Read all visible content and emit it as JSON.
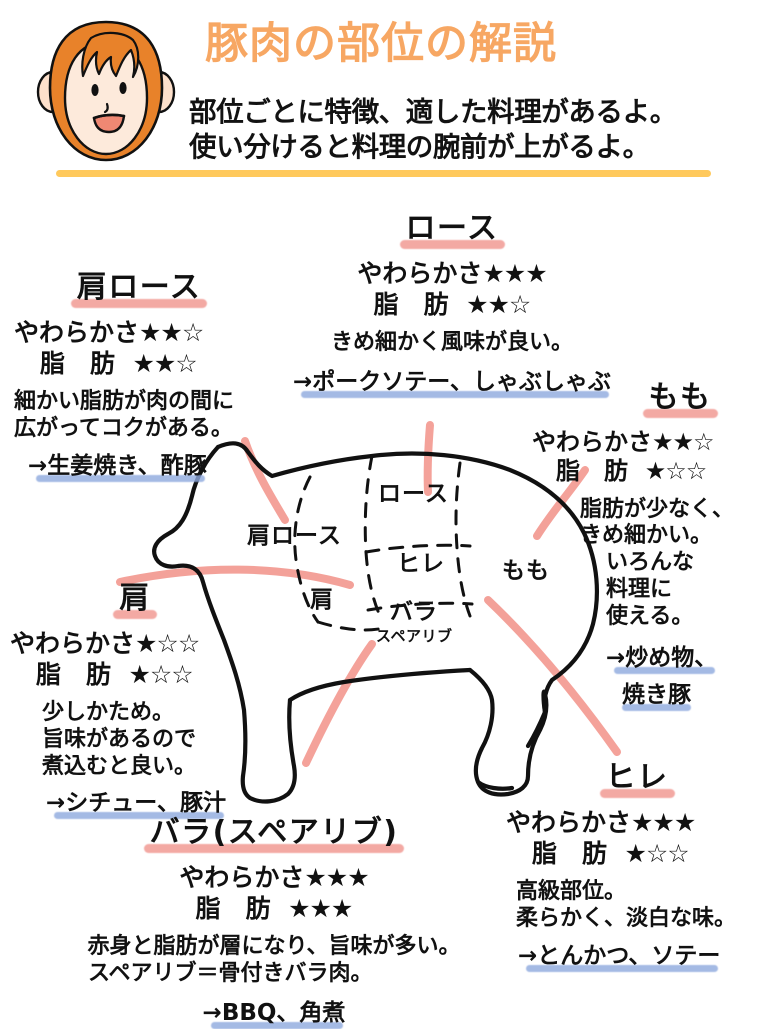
{
  "header": {
    "title": "豚肉の部位の解説",
    "subtitle_line1": "部位ごとに特徴、適した料理があるよ。",
    "subtitle_line2": "使い分けると料理の腕前が上がるよ。",
    "mascot_alt": "mascot-face",
    "title_color": "#f7a763",
    "divider_color": "#ffc95c"
  },
  "style": {
    "title_underline_color": "#f0918a",
    "usage_underline_color": "#8ea9de",
    "connector_color": "#f2958c",
    "outline_color": "#111111"
  },
  "labels": {
    "tenderness": "やわらかさ",
    "fat": "脂　肪",
    "arrow": "→"
  },
  "cuts": [
    {
      "id": "kata-rosu",
      "name": "肩ロース",
      "tenderness_stars": "★★☆",
      "fat_stars": "★★☆",
      "description": [
        "細かい脂肪が肉の間に",
        "広がってコクがある。"
      ],
      "usage": "→生姜焼き、酢豚"
    },
    {
      "id": "rosu",
      "name": "ロース",
      "tenderness_stars": "★★★",
      "fat_stars": "★★☆",
      "description": [
        "きめ細かく風味が良い。"
      ],
      "usage": "→ポークソテー、しゃぶしゃぶ"
    },
    {
      "id": "momo",
      "name": "もも",
      "tenderness_stars": "★★☆",
      "fat_stars": "★☆☆",
      "description": [
        "脂肪が少なく、",
        "きめ細かい。",
        "いろんな",
        "料理に",
        "使える。"
      ],
      "usage": "→炒め物、",
      "usage_line2": "焼き豚"
    },
    {
      "id": "kata",
      "name": "肩",
      "tenderness_stars": "★☆☆",
      "fat_stars": "★☆☆",
      "description": [
        "少しかため。",
        "旨味があるので",
        "煮込むと良い。"
      ],
      "usage": "→シチュー、豚汁"
    },
    {
      "id": "bara",
      "name": "バラ(スペアリブ)",
      "tenderness_stars": "★★★",
      "fat_stars": "★★★",
      "description": [
        "赤身と脂肪が層になり、旨味が多い。",
        "スペアリブ＝骨付きバラ肉。"
      ],
      "usage": "→BBQ、角煮"
    },
    {
      "id": "hire",
      "name": "ヒレ",
      "tenderness_stars": "★★★",
      "fat_stars": "★☆☆",
      "description": [
        "高級部位。",
        "柔らかく、淡白な味。"
      ],
      "usage": "→とんかつ、ソテー"
    }
  ],
  "diagram": {
    "labels": [
      {
        "id": "diagram-rosu",
        "text": "ロース"
      },
      {
        "id": "diagram-kata-rosu",
        "text": "肩ロース"
      },
      {
        "id": "diagram-kata",
        "text": "肩"
      },
      {
        "id": "diagram-hire",
        "text": "ヒレ"
      },
      {
        "id": "diagram-bara",
        "text": "バラ"
      },
      {
        "id": "diagram-spare-rib",
        "text": "スペアリブ"
      },
      {
        "id": "diagram-momo",
        "text": "もも"
      }
    ]
  }
}
